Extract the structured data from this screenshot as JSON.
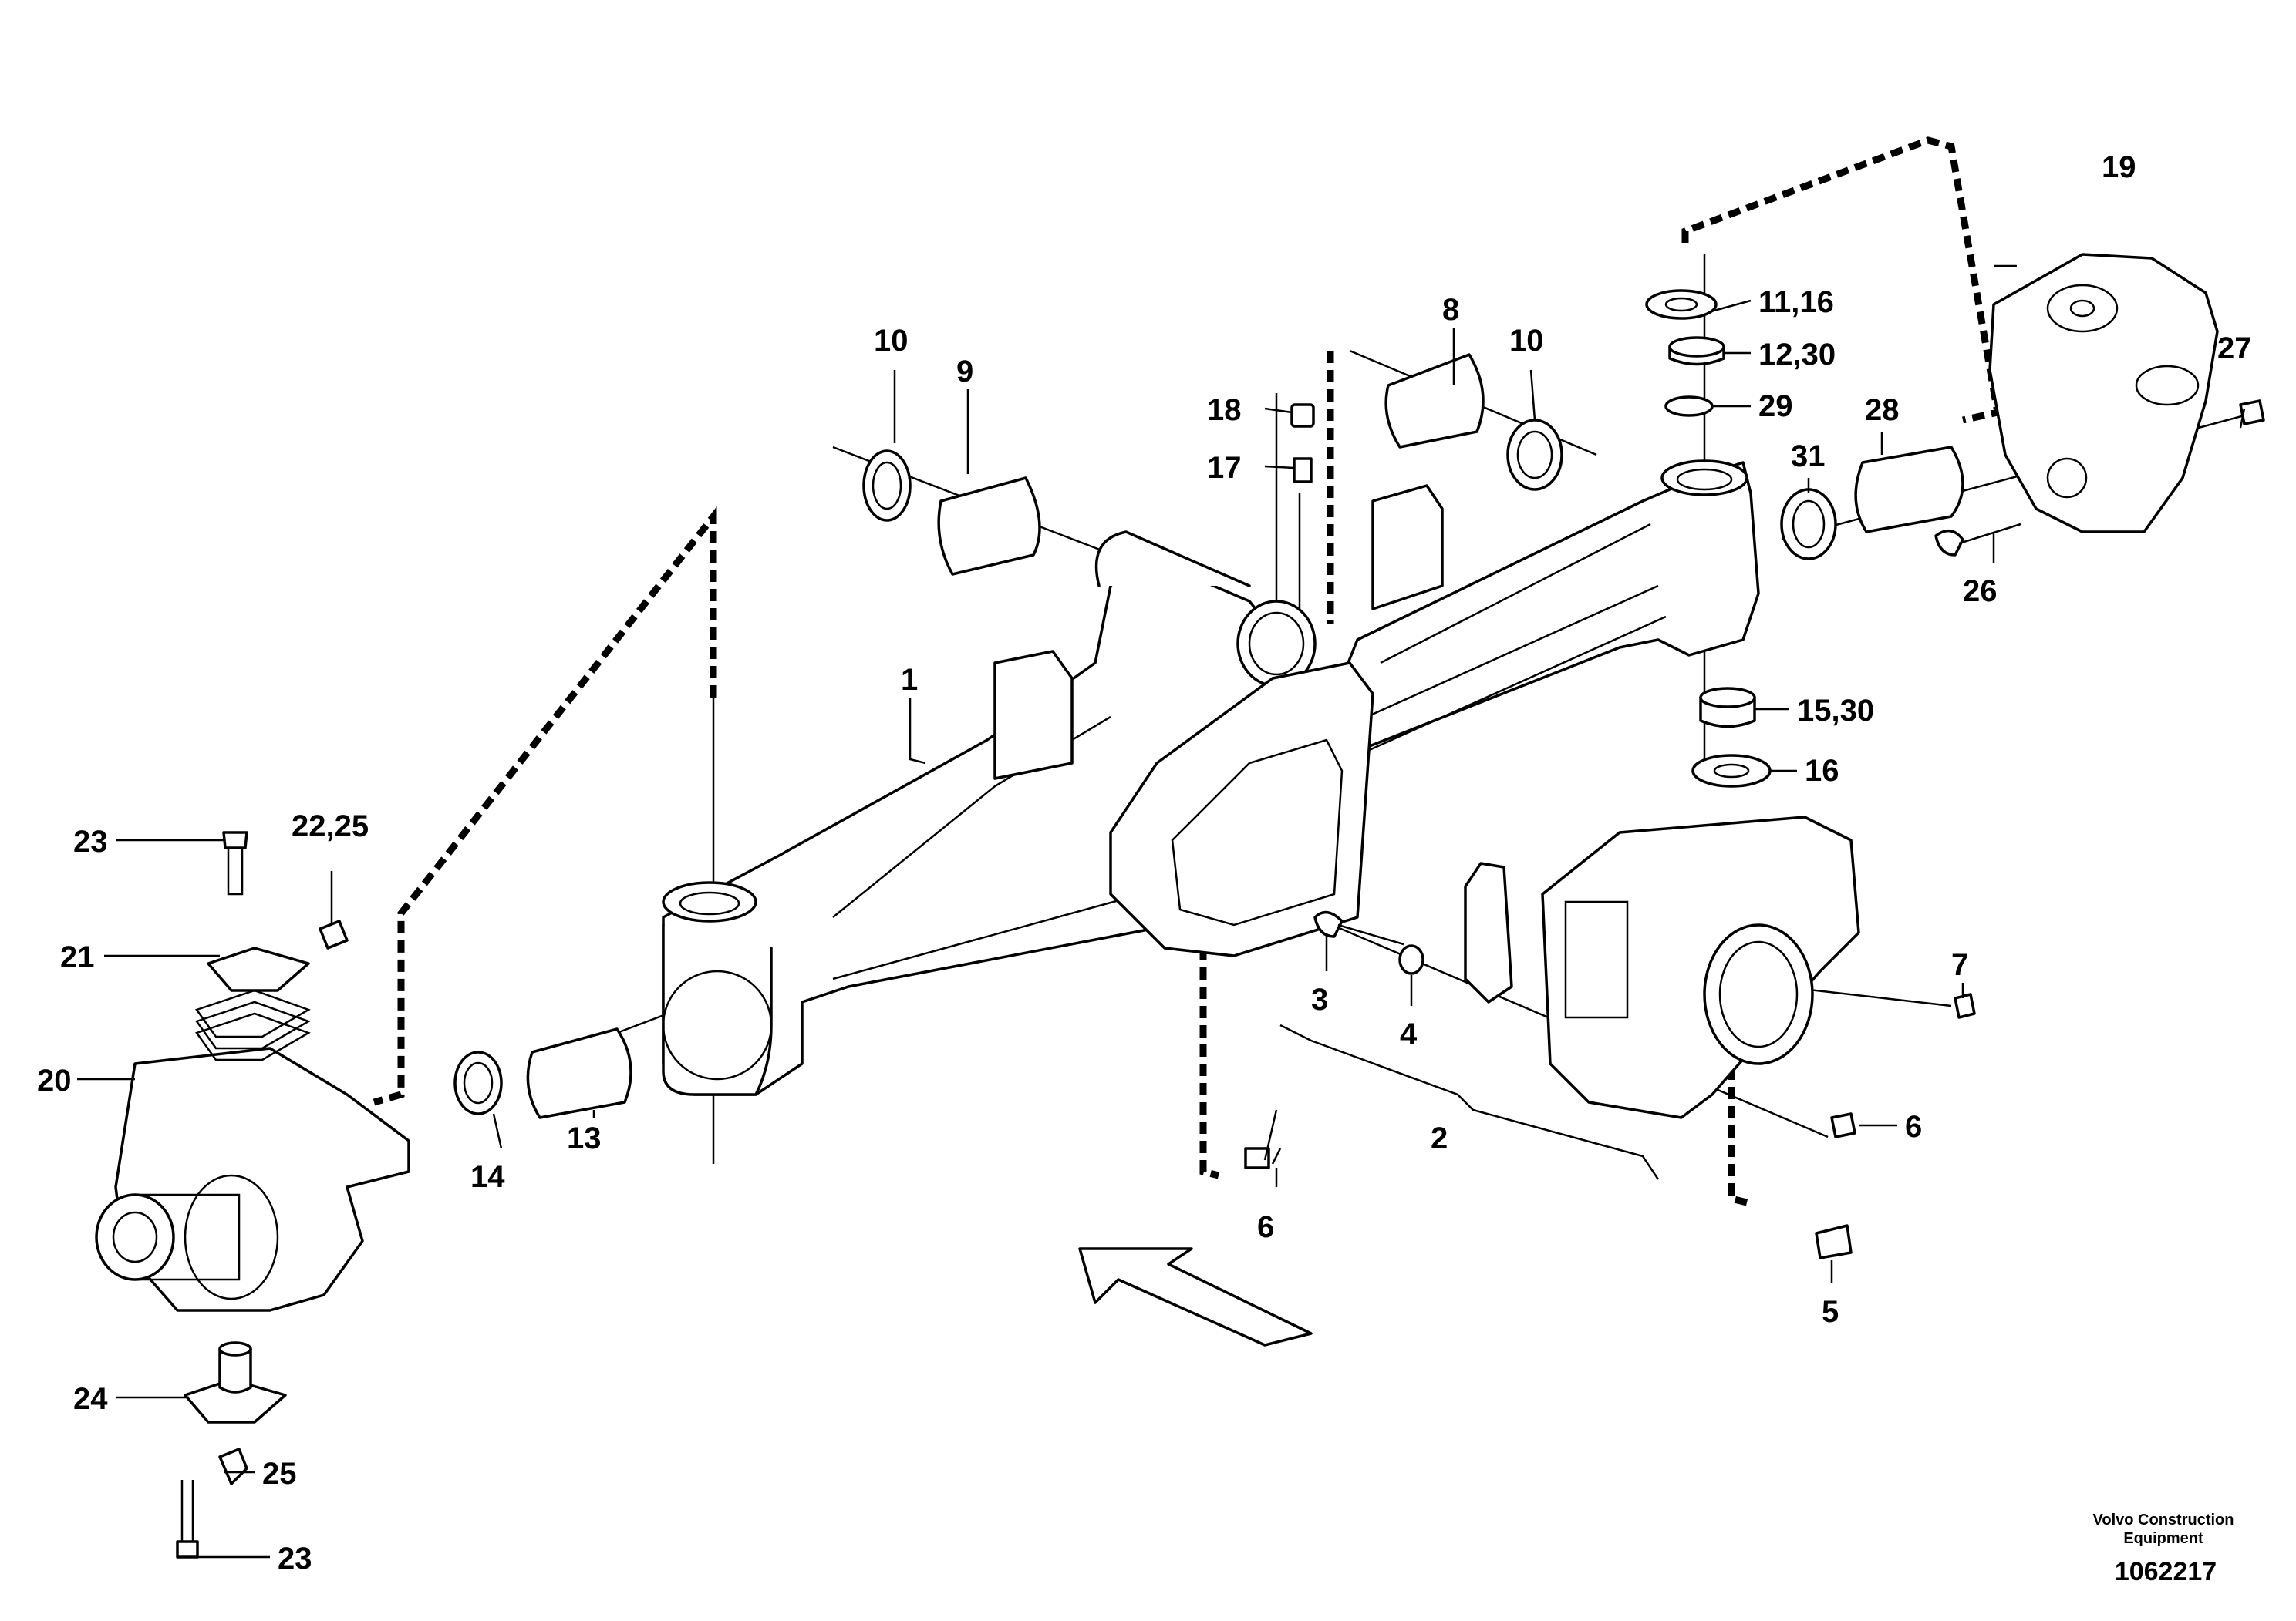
{
  "labels": {
    "p1": "1",
    "p2": "2",
    "p3": "3",
    "p4": "4",
    "p5": "5",
    "p6a": "6",
    "p6b": "6",
    "p7": "7",
    "p8": "8",
    "p9": "9",
    "p10a": "10",
    "p10b": "10",
    "p11_16": "11,16",
    "p12_30": "12,30",
    "p13": "13",
    "p14": "14",
    "p15_30": "15,30",
    "p16": "16",
    "p17": "17",
    "p18": "18",
    "p19": "19",
    "p20": "20",
    "p21": "21",
    "p22_25": "22,25",
    "p23a": "23",
    "p23b": "23",
    "p24": "24",
    "p25": "25",
    "p26": "26",
    "p27": "27",
    "p28": "28",
    "p29": "29",
    "p31": "31"
  },
  "footer": {
    "brand_line1": "Volvo Construction",
    "brand_line2": "Equipment",
    "doc_number": "1062217"
  }
}
